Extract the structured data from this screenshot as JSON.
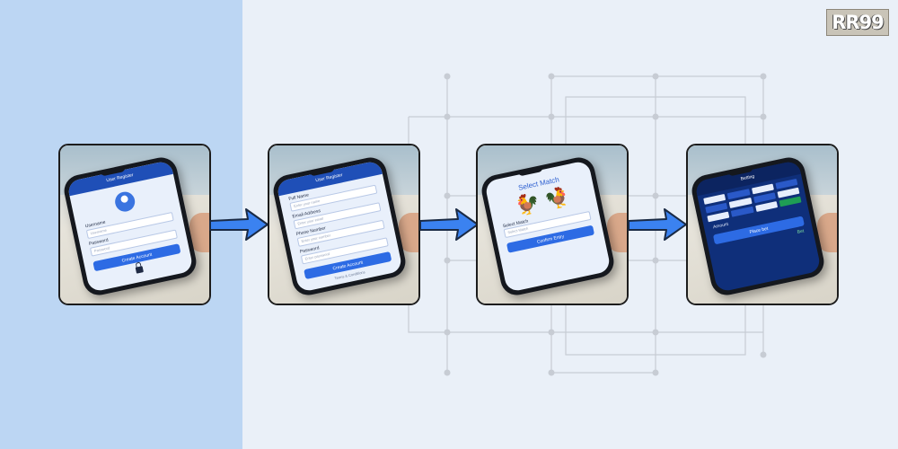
{
  "brand": {
    "logo_text": "RR99"
  },
  "colors": {
    "accent": "#2d6be4",
    "left_panel": "#bcd6f3",
    "background": "#eaf0f8"
  },
  "steps": [
    {
      "header": "User Register",
      "fields": [
        {
          "label": "Username",
          "value": "Username"
        },
        {
          "label": "Password",
          "value": "Password"
        }
      ],
      "button": "Create Account",
      "icons": [
        "avatar-icon",
        "lock-icon"
      ]
    },
    {
      "header": "User Register",
      "fields": [
        {
          "label": "Full Name",
          "value": "Enter your name"
        },
        {
          "label": "Email Address",
          "value": "Enter your email"
        },
        {
          "label": "Phone Number",
          "value": "Enter your number"
        },
        {
          "label": "Password",
          "value": "Enter password"
        }
      ],
      "button": "Create Account",
      "footer": "Terms & Conditions"
    },
    {
      "title": "Select Match",
      "select_label": "Select Match",
      "select_value": "Select Match",
      "button": "Confirm Entry"
    },
    {
      "header": "Betting",
      "section_label": "Amount",
      "button": "Place bet",
      "side_label": "Bet"
    }
  ]
}
